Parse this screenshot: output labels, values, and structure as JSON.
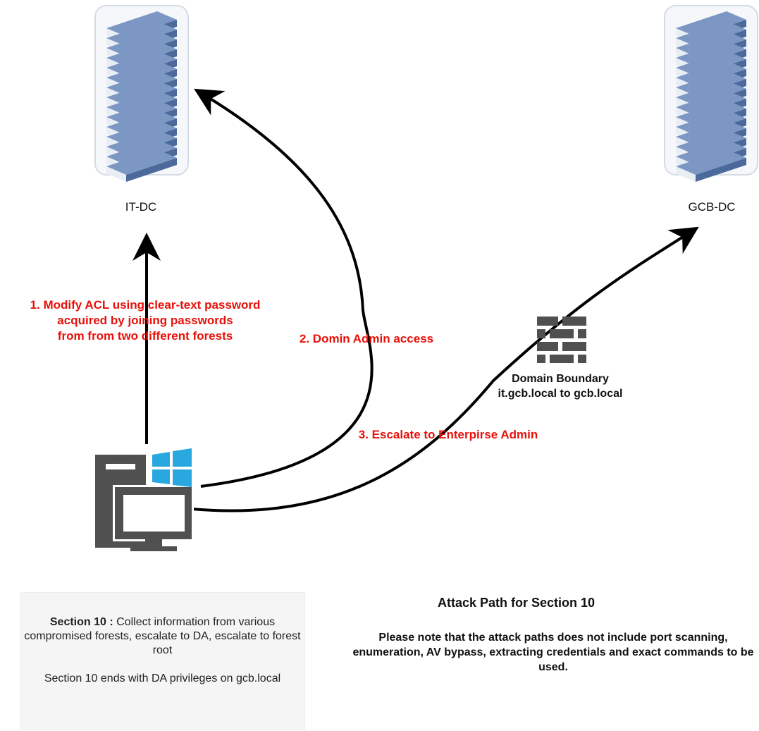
{
  "nodes": {
    "it_dc": {
      "label": "IT-DC",
      "icon": "server-rack-icon"
    },
    "gcb_dc": {
      "label": "GCB-DC",
      "icon": "server-rack-icon"
    },
    "workstation": {
      "icon": "windows-workstation-icon"
    },
    "firewall": {
      "icon": "firewall-icon"
    }
  },
  "edges": {
    "step1": "1. Modify ACL using clear-text password\nacquired by joining passwords\n from from two different forests",
    "step2": "2. Domin Admin access",
    "step3": "3. Escalate to Enterpirse Admin"
  },
  "boundary": {
    "line1": "Domain Boundary",
    "line2": "it.gcb.local to gcb.local"
  },
  "note": {
    "heading": "Section 10 :",
    "text": " Collect information from various compromised forests, escalate to DA, escalate to forest root",
    "ending": "Section 10 ends with DA privileges on gcb.local"
  },
  "title": "Attack Path for Section 10",
  "disclaimer": "Please note that the attack paths does not include port scanning, enumeration, AV bypass, extracting credentials and exact commands to be used.",
  "colors": {
    "step_label": "#e8100a",
    "server_blue": "#4b6a9b",
    "icon_gray": "#505050",
    "windows_blue": "#29a8e0"
  }
}
